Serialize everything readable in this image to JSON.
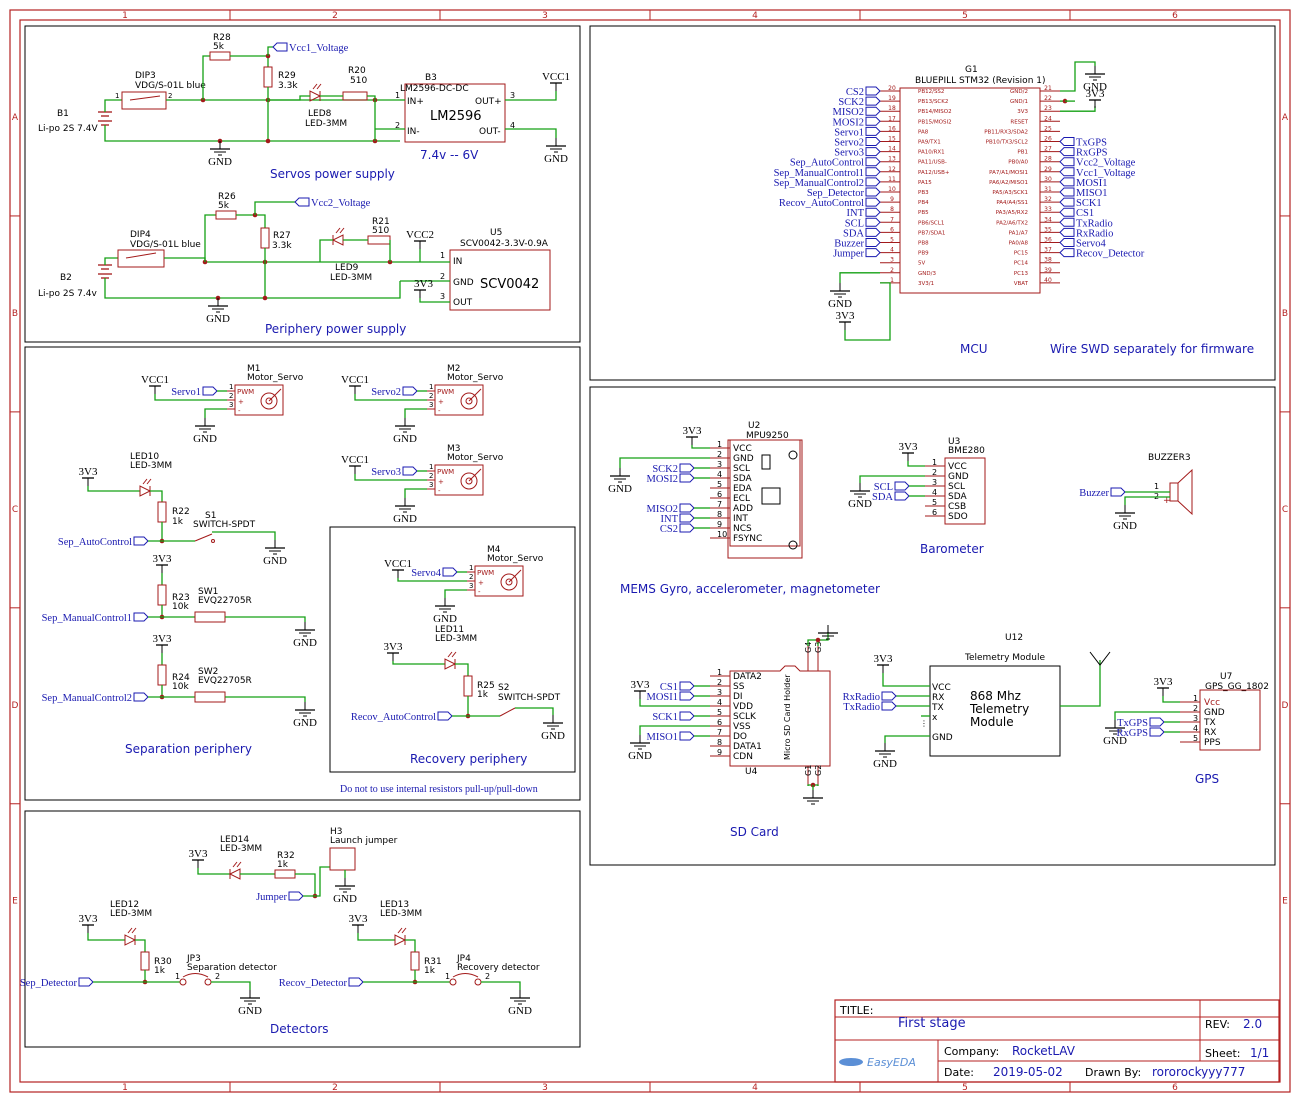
{
  "frame": {
    "col_labels": [
      "1",
      "2",
      "3",
      "4",
      "5",
      "6"
    ],
    "row_labels": [
      "A",
      "B",
      "C",
      "D",
      "E"
    ]
  },
  "colors": {
    "frame": "#b52222",
    "wire": "#14a014",
    "component": "#a31a1a",
    "net": "#1a1ab0",
    "text": "#000000",
    "title_blue": "#1a1ab0",
    "box": "#000000"
  },
  "blocks": {
    "servos_power": "Servos power supply",
    "periphery_power": "Periphery power supply",
    "mcu": "MCU",
    "swd_note": "Wire SWD separately for firmware",
    "separation": "Separation periphery",
    "recovery": "Recovery periphery",
    "pullup_note": "Do not to use internal resistors pull-up/pull-down",
    "gyro": "MEMS Gyro, accelerometer, magnetometer",
    "barometer": "Barometer",
    "sd_card": "SD Card",
    "gps": "GPS",
    "detectors": "Detectors"
  },
  "servos_power": {
    "b1_ref": "B1",
    "b1_val": "Li-po 2S 7.4V",
    "dip3_ref": "DIP3",
    "dip3_val": "VDG/S-01L blue",
    "r28_ref": "R28",
    "r28_val": "5k",
    "r29_ref": "R29",
    "r29_val": "3.3k",
    "led8_ref": "LED8",
    "led8_val": "LED-3MM",
    "r20_ref": "R20",
    "r20_val": "510",
    "b3_ref": "B3",
    "b3_val": "LM2596-DC-DC",
    "b3_chip": "LM2596",
    "b3_in_plus": "IN+",
    "b3_in_minus": "IN-",
    "b3_out_plus": "OUT+",
    "b3_out_minus": "OUT-",
    "b3_range": "7.4v -- 6V",
    "vcc1_voltage": "Vcc1_Voltage",
    "vcc1": "VCC1",
    "gnd": "GND"
  },
  "periphery_power": {
    "b2_ref": "B2",
    "b2_val": "Li-po 2S 7.4v",
    "dip4_ref": "DIP4",
    "dip4_val": "VDG/S-01L blue",
    "r26_ref": "R26",
    "r26_val": "5k",
    "r27_ref": "R27",
    "r27_val": "3.3k",
    "r21_ref": "R21",
    "r21_val": "510",
    "led9_ref": "LED9",
    "led9_val": "LED-3MM",
    "u5_ref": "U5",
    "u5_val": "SCV0042-3.3V-0.9A",
    "u5_chip": "SCV0042",
    "u5_in": "IN",
    "u5_gnd": "GND",
    "u5_out": "OUT",
    "vcc2_voltage": "Vcc2_Voltage",
    "vcc2": "VCC2",
    "v3v3": "3V3",
    "gnd": "GND"
  },
  "mcu": {
    "ref": "G1",
    "val": "BLUEPILL STM32 (Revision 1)",
    "left_nets": [
      "CS2",
      "SCK2",
      "MISO2",
      "MOSI2",
      "Servo1",
      "Servo2",
      "Servo3",
      "Sep_AutoControl",
      "Sep_ManualControl1",
      "Sep_ManualControl2",
      "Sep_Detector",
      "Recov_AutoControl",
      "INT",
      "SCL",
      "SDA",
      "Buzzer",
      "Jumper"
    ],
    "left_pin_nums": [
      "20",
      "19",
      "18",
      "17",
      "16",
      "15",
      "14",
      "13",
      "12",
      "11",
      "10",
      "9",
      "8",
      "7",
      "6",
      "5",
      "4",
      "3",
      "2",
      "1"
    ],
    "left_pin_names": [
      "PB12/SS2",
      "PB13/SCK2",
      "PB14/MISO2",
      "PB15/MOSI2",
      "PA8",
      "PA9/TX1",
      "PA10/RX1",
      "PA11/USB-",
      "PA12/USB+",
      "PA15",
      "PB3",
      "PB4",
      "PB5",
      "PB6/SCL1",
      "PB7/SDA1",
      "PB8",
      "PB9",
      "5V",
      "GND/3",
      "3V3/1"
    ],
    "right_pin_nums": [
      "21",
      "22",
      "23",
      "24",
      "25",
      "26",
      "27",
      "28",
      "29",
      "30",
      "31",
      "32",
      "33",
      "34",
      "35",
      "36",
      "37",
      "38",
      "39",
      "40"
    ],
    "right_pin_names": [
      "GND/2",
      "GND/1",
      "3V3",
      "RESET",
      "PB11/RX3/SDA2",
      "PB10/TX3/SCL2",
      "PB1",
      "PB0/A0",
      "PA7/A1/MOSI1",
      "PA6/A2/MISO1",
      "PA5/A3/SCK1",
      "PA4/A4/SS1",
      "PA3/A5/RX2",
      "PA2/A6/TX2",
      "PA1/A7",
      "PA0/A8",
      "PC15",
      "PC14",
      "PC13",
      "VBAT"
    ],
    "right_nets": [
      "TxGPS",
      "RxGPS",
      "Vcc2_Voltage",
      "Vcc1_Voltage",
      "MOSI1",
      "MISO1",
      "SCK1",
      "CS1",
      "TxRadio",
      "RxRadio",
      "Servo4",
      "Recov_Detector"
    ],
    "gnd": "GND",
    "v3v3": "3V3"
  },
  "servos": [
    {
      "ref": "M1",
      "val": "Motor_Servo",
      "net": "Servo1",
      "vcc": "VCC1",
      "gnd": "GND"
    },
    {
      "ref": "M2",
      "val": "Motor_Servo",
      "net": "Servo2",
      "vcc": "VCC1",
      "gnd": "GND"
    },
    {
      "ref": "M3",
      "val": "Motor_Servo",
      "net": "Servo3",
      "vcc": "VCC1",
      "gnd": "GND"
    }
  ],
  "separation": {
    "led10_ref": "LED10",
    "led10_val": "LED-3MM",
    "r22_ref": "R22",
    "r22_val": "1k",
    "s1_ref": "S1",
    "s1_val": "SWITCH-SPDT",
    "r23_ref": "R23",
    "r23_val": "10k",
    "sw1_ref": "SW1",
    "sw1_val": "EVQ22705R",
    "r24_ref": "R24",
    "r24_val": "10k",
    "sw2_ref": "SW2",
    "sw2_val": "EVQ22705R",
    "net_auto": "Sep_AutoControl",
    "net_manual1": "Sep_ManualControl1",
    "net_manual2": "Sep_ManualControl2",
    "v3v3": "3V3",
    "gnd": "GND"
  },
  "recovery": {
    "m4_ref": "M4",
    "m4_val": "Motor_Servo",
    "net_servo": "Servo4",
    "vcc": "VCC1",
    "led11_ref": "LED11",
    "led11_val": "LED-3MM",
    "r25_ref": "R25",
    "r25_val": "1k",
    "s2_ref": "S2",
    "s2_val": "SWITCH-SPDT",
    "net_auto": "Recov_AutoControl",
    "v3v3": "3V3",
    "gnd": "GND"
  },
  "detectors": {
    "led14_ref": "LED14",
    "led14_val": "LED-3MM",
    "r32_ref": "R32",
    "r32_val": "1k",
    "h3_ref": "H3",
    "h3_val": "Launch jumper",
    "net_jumper": "Jumper",
    "led12_ref": "LED12",
    "led12_val": "LED-3MM",
    "r30_ref": "R30",
    "r30_val": "1k",
    "jp3_ref": "JP3",
    "jp3_val": "Separation detector",
    "net_sep": "Sep_Detector",
    "led13_ref": "LED13",
    "led13_val": "LED-3MM",
    "r31_ref": "R31",
    "r31_val": "1k",
    "jp4_ref": "JP4",
    "jp4_val": "Recovery detector",
    "net_recov": "Recov_Detector",
    "v3v3": "3V3",
    "gnd": "GND"
  },
  "gyro": {
    "ref": "U2",
    "val": "MPU9250",
    "pins": [
      "VCC",
      "GND",
      "SCL",
      "SDA",
      "EDA",
      "ECL",
      "ADD",
      "INT",
      "NCS",
      "FSYNC"
    ],
    "nets": [
      "3V3",
      "GND",
      "SCK2",
      "MOSI2",
      "",
      "",
      "MISO2",
      "INT",
      "CS2",
      ""
    ]
  },
  "baro": {
    "ref": "U3",
    "val": "BME280",
    "pins": [
      "VCC",
      "GND",
      "SCL",
      "SDA",
      "CSB",
      "SDO"
    ],
    "nets": [
      "3V3",
      "GND",
      "SCL",
      "SDA",
      "",
      ""
    ]
  },
  "buzzer": {
    "ref": "BUZZER3",
    "net": "Buzzer",
    "gnd": "GND",
    "plus": "+"
  },
  "sd": {
    "ref": "U4",
    "val": "Micro SD Card Holder",
    "pins": [
      "DATA2",
      "SS",
      "DI",
      "VDD",
      "SCLK",
      "VSS",
      "DO",
      "DATA1",
      "CDN"
    ],
    "nets": [
      "",
      "CS1",
      "MOSI1",
      "3V3",
      "SCK1",
      "GND",
      "MISO1",
      "",
      ""
    ],
    "g_pins": [
      "G4",
      "G3",
      "G1",
      "G2"
    ]
  },
  "telemetry": {
    "ref": "U12",
    "val": "Telemetry Module",
    "body": [
      "868 Mhz",
      "Telemetry",
      "Module"
    ],
    "pins": [
      "VCC",
      "RX",
      "TX",
      "x",
      "GND"
    ],
    "nets": [
      "3V3",
      "RxRadio",
      "TxRadio",
      "",
      "GND"
    ]
  },
  "gps": {
    "ref": "U7",
    "val": "GPS_GG_1802",
    "pins": [
      "Vcc",
      "GND",
      "TX",
      "RX",
      "PPS"
    ],
    "nets": [
      "3V3",
      "GND",
      "TxGPS",
      "RxGPS",
      ""
    ]
  },
  "title_block": {
    "title_label": "TITLE:",
    "title": "First stage",
    "rev_label": "REV:",
    "rev": "2.0",
    "company_label": "Company:",
    "company": "RocketLAV",
    "sheet_label": "Sheet:",
    "sheet": "1/1",
    "date_label": "Date:",
    "date": "2019-05-02",
    "drawn_label": "Drawn By:",
    "drawn": "rororockyyy777",
    "logo": "EasyEDA"
  }
}
